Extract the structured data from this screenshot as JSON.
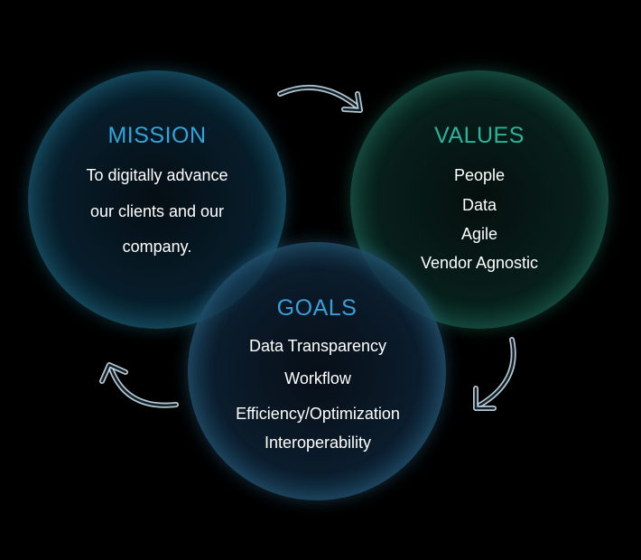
{
  "mission": {
    "title": "MISSION",
    "lines": [
      "To digitally advance",
      "our clients and our",
      "company."
    ]
  },
  "values": {
    "title": "VALUES",
    "lines": [
      "People",
      "Data",
      "Agile",
      "Vendor Agnostic"
    ]
  },
  "goals": {
    "title": "GOALS",
    "lines": [
      "Data Transparency",
      "Workflow",
      "Efficiency/Optimization",
      "Interoperability"
    ]
  },
  "colors": {
    "mission_accent": "#2ea6dc",
    "values_accent": "#2bb39b",
    "goals_accent": "#3a9fd8",
    "background": "#000000",
    "text": "#ffffff"
  },
  "icons": {
    "top_arrow": "curved-arrow-right-icon",
    "right_arrow": "curved-arrow-down-left-icon",
    "left_arrow": "curved-arrow-up-left-icon"
  }
}
